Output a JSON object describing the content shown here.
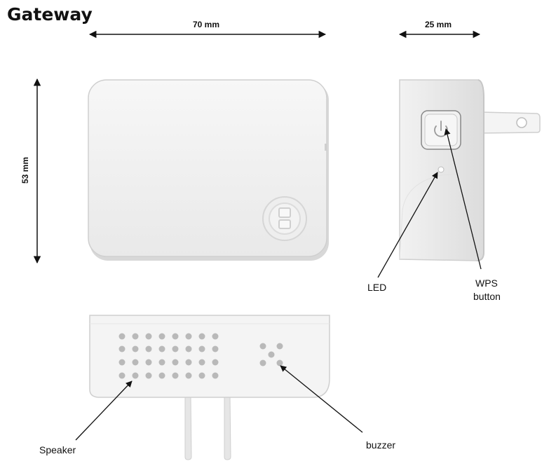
{
  "title": "Gateway",
  "dimensions": {
    "width": "70 mm",
    "depth": "25 mm",
    "height": "53 mm"
  },
  "labels": {
    "led": "LED",
    "wps_line1": "WPS",
    "wps_line2": "button",
    "speaker": "Speaker",
    "buzzer": "buzzer"
  },
  "icons": [
    "power-icon",
    "logo-icon"
  ]
}
